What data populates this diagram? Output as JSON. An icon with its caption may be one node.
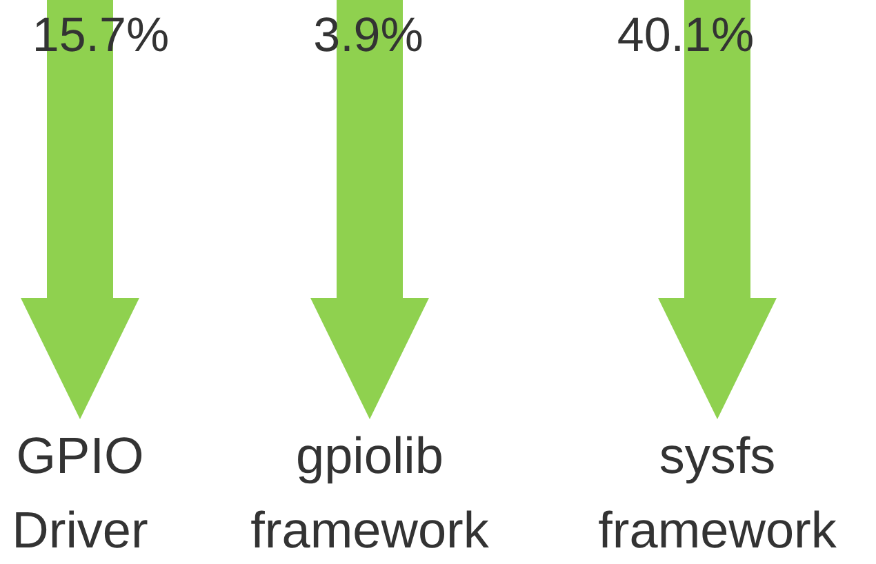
{
  "diagram": {
    "nodes": [
      {
        "text": [
          "GPIO Driver"
        ]
      },
      {
        "text": [
          "gpiolib framework"
        ]
      },
      {
        "text": [
          "sysfs framework"
        ]
      }
    ],
    "edges": [
      {
        "from": null,
        "to": 0,
        "arrow": "to",
        "label": "15.7%"
      },
      {
        "from": null,
        "to": 1,
        "arrow": "to",
        "label": "3.9%"
      },
      {
        "from": null,
        "to": 2,
        "arrow": "to",
        "label": "40.1%"
      }
    ]
  }
}
